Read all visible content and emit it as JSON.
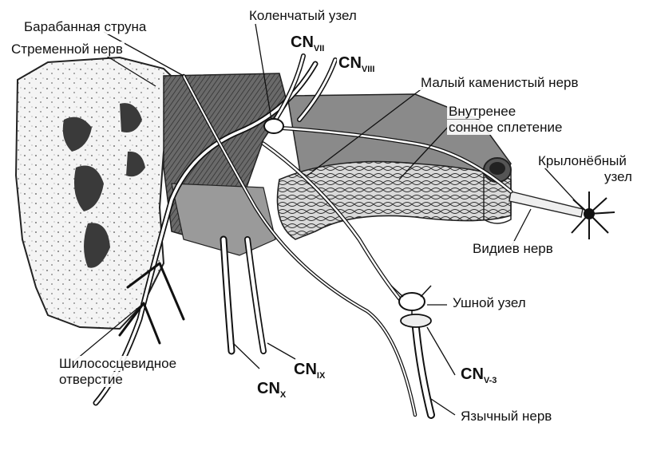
{
  "labels": {
    "barabannaya": "Барабанная струна",
    "stremennoy": "Стременной нерв",
    "kolenchatyi": "Коленчатый узел",
    "malyi": "Малый каменистый нерв",
    "vnutrennee_1": "Внутренее",
    "vnutrennee_2": "сонное сплетение",
    "krylonebnyi_1": "Крылонёбный",
    "krylonebnyi_2": "узел",
    "vidiev": "Видиев нерв",
    "ushnoi": "Ушной узел",
    "shilo_1": "Шилососцевидное",
    "shilo_2": "отверстие",
    "yazychnyi": "Язычный нерв"
  },
  "cranial_nerves": {
    "cn": "CN",
    "vii": "VII",
    "viii": "VIII",
    "x": "X",
    "ix": "IX",
    "v3": "V-3"
  },
  "colors": {
    "ink": "#111111",
    "bone_dark": "#5a5a5a",
    "bone_mid": "#8a8a8a",
    "paper": "#ffffff"
  }
}
